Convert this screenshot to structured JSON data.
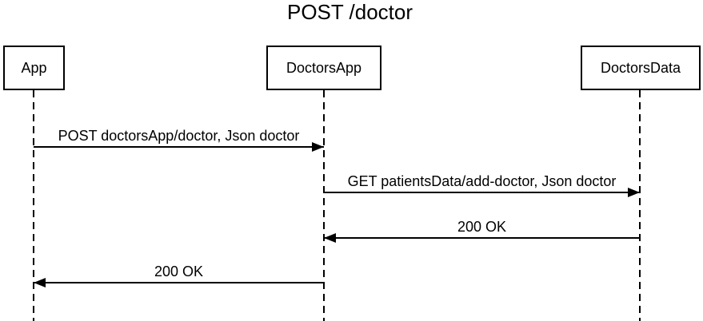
{
  "diagram": {
    "title": "POST /doctor",
    "participants": [
      {
        "name": "App"
      },
      {
        "name": "DoctorsApp"
      },
      {
        "name": "DoctorsData"
      }
    ],
    "messages": [
      {
        "from": "App",
        "to": "DoctorsApp",
        "label": "POST doctorsApp/doctor, Json doctor",
        "direction": "right",
        "line_style": "solid"
      },
      {
        "from": "DoctorsApp",
        "to": "DoctorsData",
        "label": "GET patientsData/add-doctor, Json doctor",
        "direction": "right",
        "line_style": "solid"
      },
      {
        "from": "DoctorsData",
        "to": "DoctorsApp",
        "label": "200 OK",
        "direction": "left",
        "line_style": "solid"
      },
      {
        "from": "DoctorsApp",
        "to": "App",
        "label": "200 OK",
        "direction": "left",
        "line_style": "solid"
      }
    ],
    "colors": {
      "stroke": "#000000",
      "text": "#000000",
      "background": "#ffffff"
    }
  }
}
